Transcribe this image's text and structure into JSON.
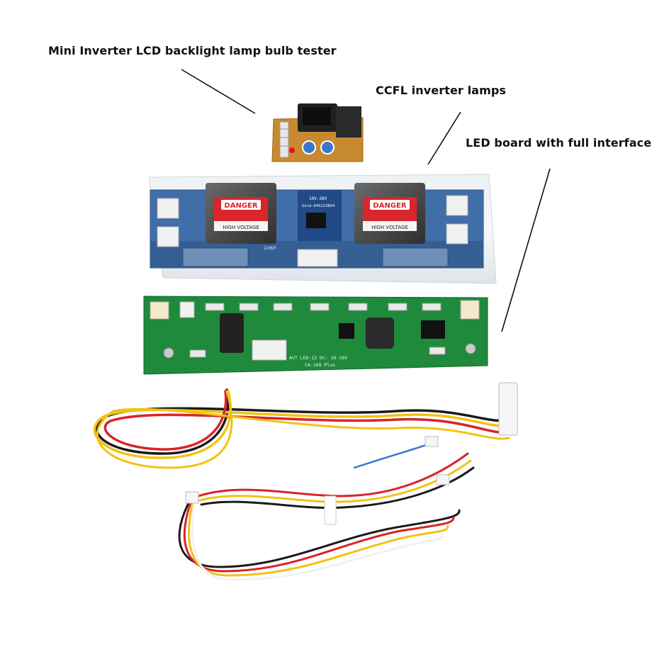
{
  "labels": {
    "tester": "Mini Inverter LCD backlight lamp bulb tester",
    "ccfl": "CCFL inverter  lamps",
    "led": "LED board with full interface"
  },
  "ccfl_board": {
    "warning_main": "DANGER",
    "warning_sub": "HIGH VOLTAGE",
    "chip_text_1": "10V-28V",
    "chip_text_2": "Gold-045222BV4",
    "cap_text": "220UF"
  },
  "led_board": {
    "silk_1": "AVT LED-12 DC: 10-26V",
    "silk_2": "CA-188 Plus"
  },
  "colors": {
    "pcb_green": "#1f8a3c",
    "pcb_blue": "#3f6ea8",
    "danger_red": "#d8262b",
    "wire_red": "#d8242a",
    "wire_yellow": "#f2c215",
    "wire_black": "#1a1a1a",
    "wire_white": "#f2f2f2"
  }
}
